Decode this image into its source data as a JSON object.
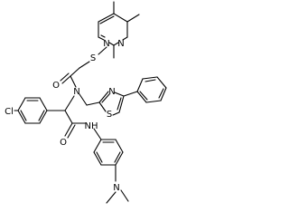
{
  "diagram": {
    "type": "chemical-structure",
    "background": "#ffffff",
    "ink": "#000000",
    "atom_labels": {
      "s_thioether": "S",
      "n_pyr_1": "N",
      "n_pyr_2": "N",
      "o_acyl": "O",
      "n_amide": "N",
      "s_thiazole": "S",
      "n_thiazole": "N",
      "cl": "Cl",
      "o_amide": "O",
      "nh_amide": "NH",
      "n_dimethyl": "N"
    }
  }
}
